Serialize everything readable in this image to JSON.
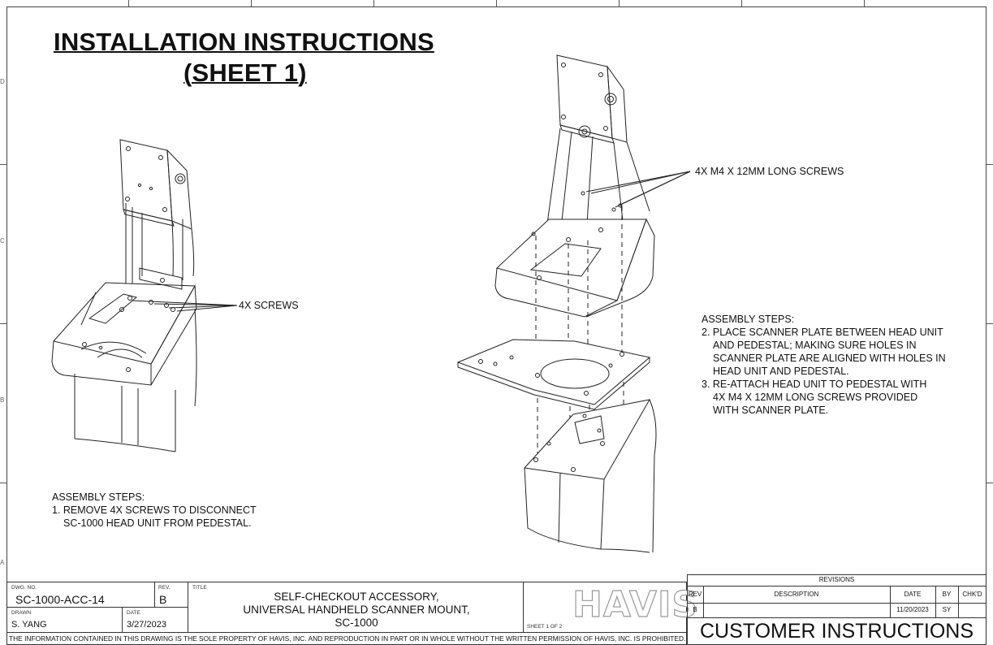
{
  "page_title": {
    "line1": "INSTALLATION INSTRUCTIONS",
    "line2": "(SHEET 1)"
  },
  "callouts": {
    "left_screws": "4X SCREWS",
    "right_screws": "4X M4 X 12MM LONG SCREWS"
  },
  "steps_left": {
    "heading": "ASSEMBLY STEPS:",
    "step1_line1": "1. REMOVE 4X SCREWS TO DISCONNECT",
    "step1_line2": "SC-1000 HEAD UNIT FROM PEDESTAL."
  },
  "steps_right": {
    "heading": "ASSEMBLY STEPS:",
    "lines": [
      "2. PLACE SCANNER PLATE BETWEEN HEAD UNIT",
      "AND PEDESTAL; MAKING SURE HOLES IN",
      "SCANNER PLATE ARE ALIGNED WITH HOLES IN",
      "HEAD UNIT AND PEDESTAL.",
      "3. RE-ATTACH HEAD UNIT TO PEDESTAL WITH",
      "4X M4 X 12MM LONG SCREWS PROVIDED",
      "WITH SCANNER PLATE."
    ]
  },
  "zone_labels": {
    "left": [
      "D",
      "C",
      "B",
      "A"
    ]
  },
  "title_block": {
    "dwg_no_label": "DWG.  NO.",
    "dwg_no": "SC-1000-ACC-14",
    "rev_label": "REV.",
    "rev": "B",
    "title_label": "TITLE",
    "title_lines": [
      "SELF-CHECKOUT ACCESSORY,",
      "UNIVERSAL HANDHELD SCANNER MOUNT,",
      "SC-1000"
    ],
    "drawn_label": "DRAWN",
    "drawn": "S. YANG",
    "date_label": "DATE",
    "date": "3/27/2023",
    "sheet": "SHEET 1 OF 2",
    "logo": "HAVIS",
    "proprietary": "THE INFORMATION CONTAINED IN THIS DRAWING IS THE SOLE PROPERTY OF HAVIS, INC. AND REPRODUCTION IN PART OR IN WHOLE WITHOUT THE WRITTEN PERMISSION OF HAVIS, INC. IS PROHIBITED."
  },
  "revisions": {
    "header": "REVISIONS",
    "columns": [
      "REV",
      "DESCRIPTION",
      "DATE",
      "BY",
      "CHK'D"
    ],
    "rows": [
      [
        "B",
        "",
        "11/20/2023",
        "SY",
        ""
      ]
    ],
    "customer_label": "CUSTOMER INSTRUCTIONS"
  }
}
